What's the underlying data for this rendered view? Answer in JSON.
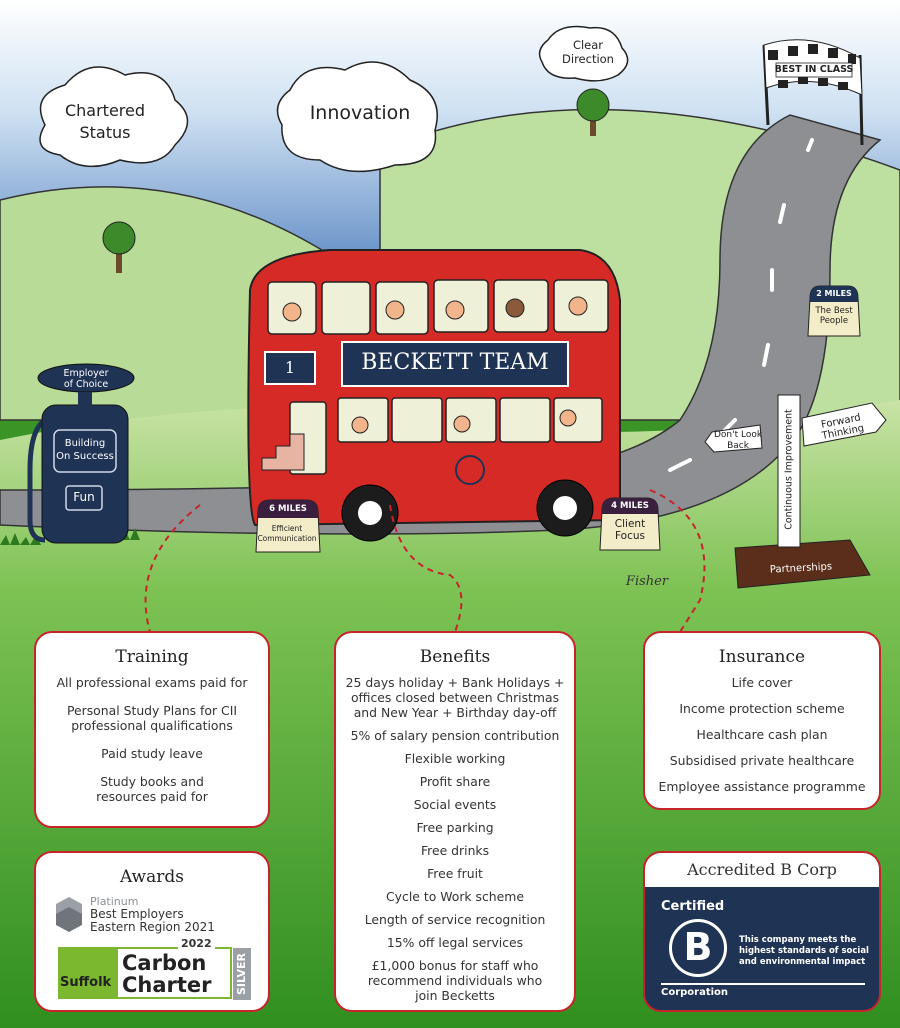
{
  "clouds": {
    "chartered": "Chartered\nStatus",
    "innovation": "Innovation",
    "clear_direction": "Clear\nDirection"
  },
  "flag": {
    "best_in_class": "BEST IN CLASS"
  },
  "bus": {
    "route_number": "1",
    "title": "BECKETT TEAM"
  },
  "pump": {
    "top": "Employer\nof Choice",
    "middle": "Building\nOn Success",
    "bottom": "Fun"
  },
  "milestones": [
    {
      "miles": "6 MILES",
      "label": "Efficient\nCommunication"
    },
    {
      "miles": "4 MILES",
      "label": "Client\nFocus"
    },
    {
      "miles": "2 MILES",
      "label": "The Best\nPeople"
    }
  ],
  "signpost": {
    "left": "Don't Look\nBack",
    "right": "Forward Thinking",
    "vertical": "Continuous Improvement",
    "base": "Partnerships"
  },
  "signature": "Fisher",
  "training": {
    "title": "Training",
    "items": [
      "All professional exams paid for",
      "Personal Study Plans for CII professional qualifications",
      "Paid study leave",
      "Study books and resources paid for"
    ]
  },
  "benefits": {
    "title": "Benefits",
    "items": [
      "25 days holiday + Bank Holidays + offices closed between Christmas and New Year + Birthday day-off",
      "5% of salary pension contribution",
      "Flexible working",
      "Profit share",
      "Social events",
      "Free parking",
      "Free drinks",
      "Free fruit",
      "Cycle to Work scheme",
      "Length of service recognition",
      "15% off legal services",
      "£1,000 bonus for staff who recommend individuals who join Becketts"
    ]
  },
  "insurance": {
    "title": "Insurance",
    "items": [
      "Life cover",
      "Income protection scheme",
      "Healthcare cash plan",
      "Subsidised private healthcare",
      "Employee assistance programme"
    ]
  },
  "awards": {
    "title": "Awards",
    "best_employers": {
      "level": "Platinum",
      "line1": "Best Employers",
      "line2": "Eastern Region 2021"
    },
    "carbon": {
      "year": "2022",
      "suffolk": "Suffolk",
      "carbon": "Carbon",
      "charter": "Charter",
      "silver": "SILVER"
    }
  },
  "bcorp": {
    "title": "Accredited B Corp",
    "certified": "Certified",
    "letter": "B",
    "corporation": "Corporation",
    "statement": "This company meets the highest standards of social and environmental impact"
  }
}
